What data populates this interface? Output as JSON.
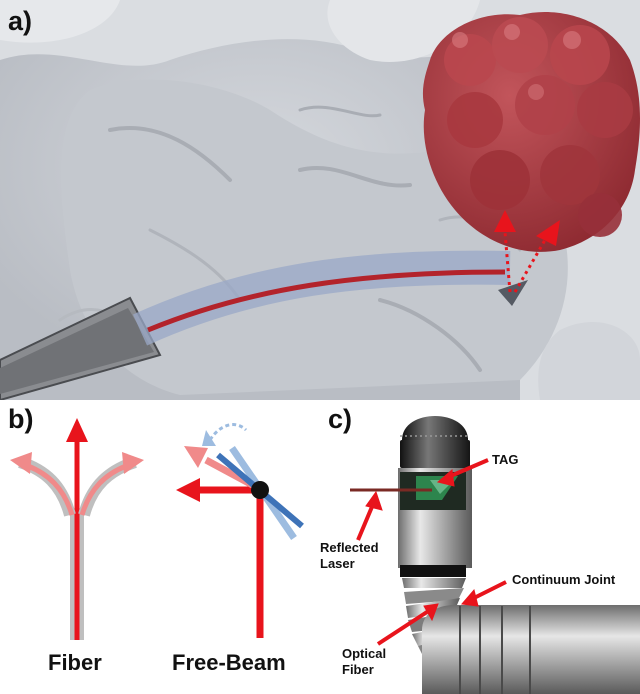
{
  "panels": {
    "a": {
      "label": "a)"
    },
    "b": {
      "label": "b)",
      "fiber_caption": "Fiber",
      "freebeam_caption": "Free-Beam"
    },
    "c": {
      "label": "c)",
      "tag_label": "TAG",
      "reflected_laser_line1": "Reflected",
      "reflected_laser_line2": "Laser",
      "continuum_joint_label": "Continuum Joint",
      "optical_fiber_line1": "Optical",
      "optical_fiber_line2": "Fiber"
    }
  },
  "colors": {
    "laser_red": "#e8141c",
    "laser_faded": "#f08a8a",
    "tumor": "#a8353b",
    "brain_tissue": "#c9cdd3",
    "sheath": "#9aa8c7",
    "mirror_blue": "#3e73b8",
    "mirror_faded": "#9dbce0"
  }
}
